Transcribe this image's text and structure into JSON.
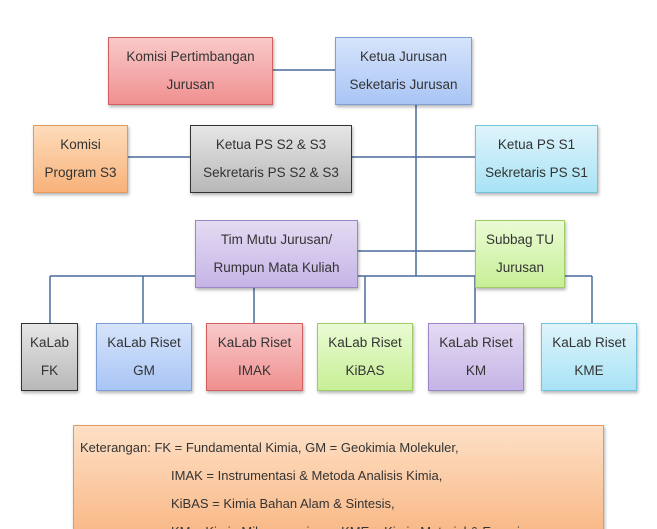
{
  "nodes": {
    "komisi_pertimbangan": [
      "Komisi Pertimbangan",
      "Jurusan"
    ],
    "ketua_jurusan": [
      "Ketua Jurusan",
      "Seketaris Jurusan"
    ],
    "komisi_program": [
      "Komisi",
      "Program S3"
    ],
    "ketua_ps_s2s3": [
      "Ketua PS S2 & S3",
      "Sekretaris PS S2 & S3"
    ],
    "ketua_ps_s1": [
      "Ketua PS S1",
      "Sekretaris PS S1"
    ],
    "tim_mutu": [
      "Tim Mutu Jurusan/",
      "Rumpun Mata Kuliah"
    ],
    "subbag_tu": [
      "Subbag TU",
      "Jurusan"
    ]
  },
  "labs": [
    [
      "KaLab",
      "FK"
    ],
    [
      "KaLab Riset",
      "GM"
    ],
    [
      "KaLab Riset",
      "IMAK"
    ],
    [
      "KaLab Riset",
      "KiBAS"
    ],
    [
      "KaLab Riset",
      "KM"
    ],
    [
      "KaLab Riset",
      "KME"
    ]
  ],
  "legend": [
    "Keterangan: FK = Fundamental Kimia, GM = Geokimia Molekuler,",
    "IMAK = Instrumentasi & Metoda Analisis Kimia,",
    "KiBAS = Kimia Bahan Alam & Sintesis,",
    "KM = Kimia Mikroorganisme, KME = Kimia Material & Energi"
  ]
}
